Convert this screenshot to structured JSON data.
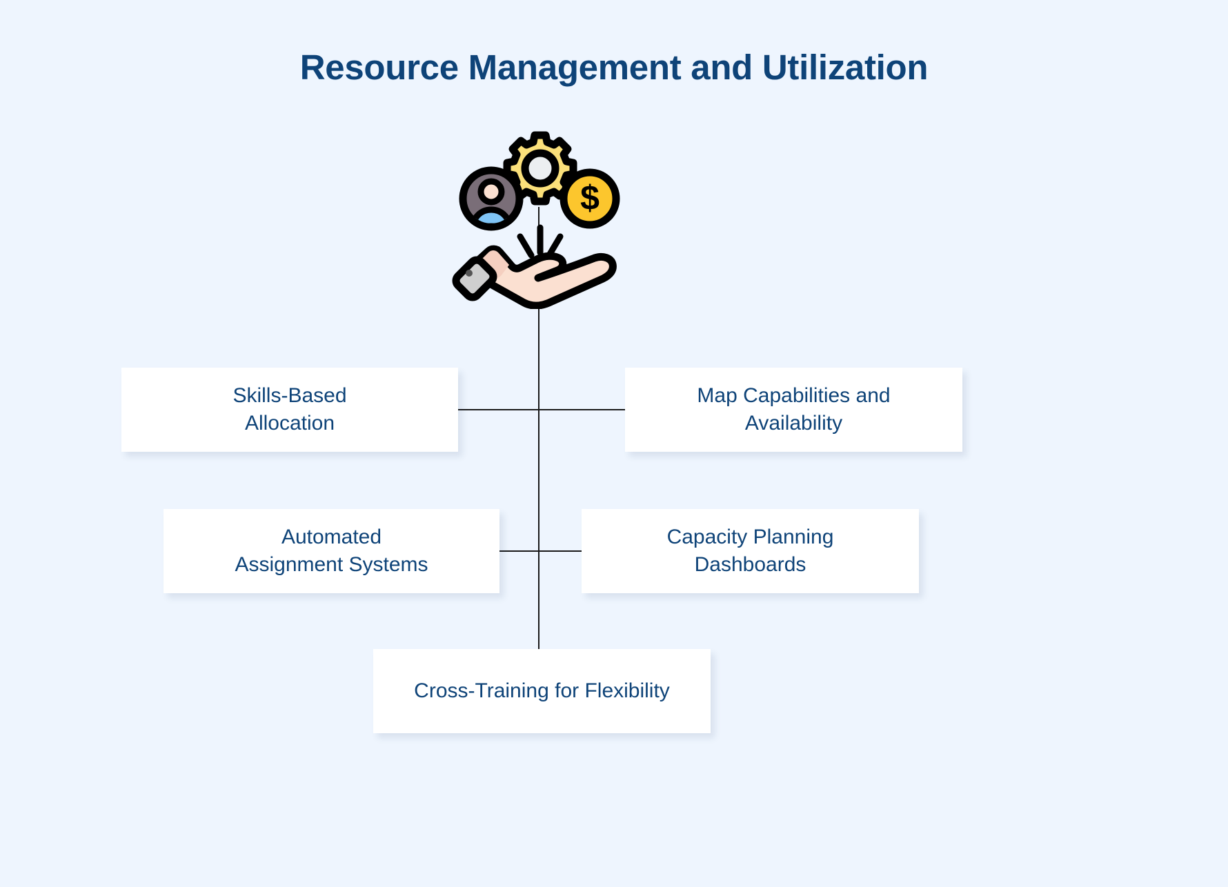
{
  "page": {
    "title": "Resource Management and Utilization",
    "background_color": "#eef5fe",
    "text_color": "#0e4378",
    "card_background": "#ffffff",
    "connector_color": "#1a1a1a"
  },
  "illustration": {
    "name": "hand-holding-resources-icon",
    "description": "Open hand holding a person avatar, a gear and a dollar coin",
    "parts": {
      "person_avatar": "person-avatar-icon",
      "gear": "gear-icon",
      "coin": "dollar-coin-icon",
      "hand": "open-hand-icon",
      "sparkles": "sparkle-lines-icon"
    },
    "colors": {
      "gear_fill": "#fbe07a",
      "gear_center": "#eceff1",
      "coin_fill": "#fcc62d",
      "avatar_ring": "#000000",
      "avatar_fill": "#7a6e78",
      "avatar_head": "#fbe0d1",
      "avatar_body": "#7fc4f5",
      "hand_fill": "#fbe0d1",
      "hand_shade": "#f5cfc0",
      "cuff_fill": "#cfcfcf",
      "outline": "#000000"
    }
  },
  "cards": [
    {
      "id": "card-0",
      "label": "Skills-Based\nAllocation",
      "side": "left",
      "row": 1
    },
    {
      "id": "card-1",
      "label": "Map Capabilities and\nAvailability",
      "side": "right",
      "row": 1
    },
    {
      "id": "card-2",
      "label": "Automated\nAssignment Systems",
      "side": "left",
      "row": 2
    },
    {
      "id": "card-3",
      "label": "Capacity Planning\nDashboards",
      "side": "right",
      "row": 2
    },
    {
      "id": "card-4",
      "label": "Cross-Training for Flexibility",
      "side": "center",
      "row": 3
    }
  ]
}
